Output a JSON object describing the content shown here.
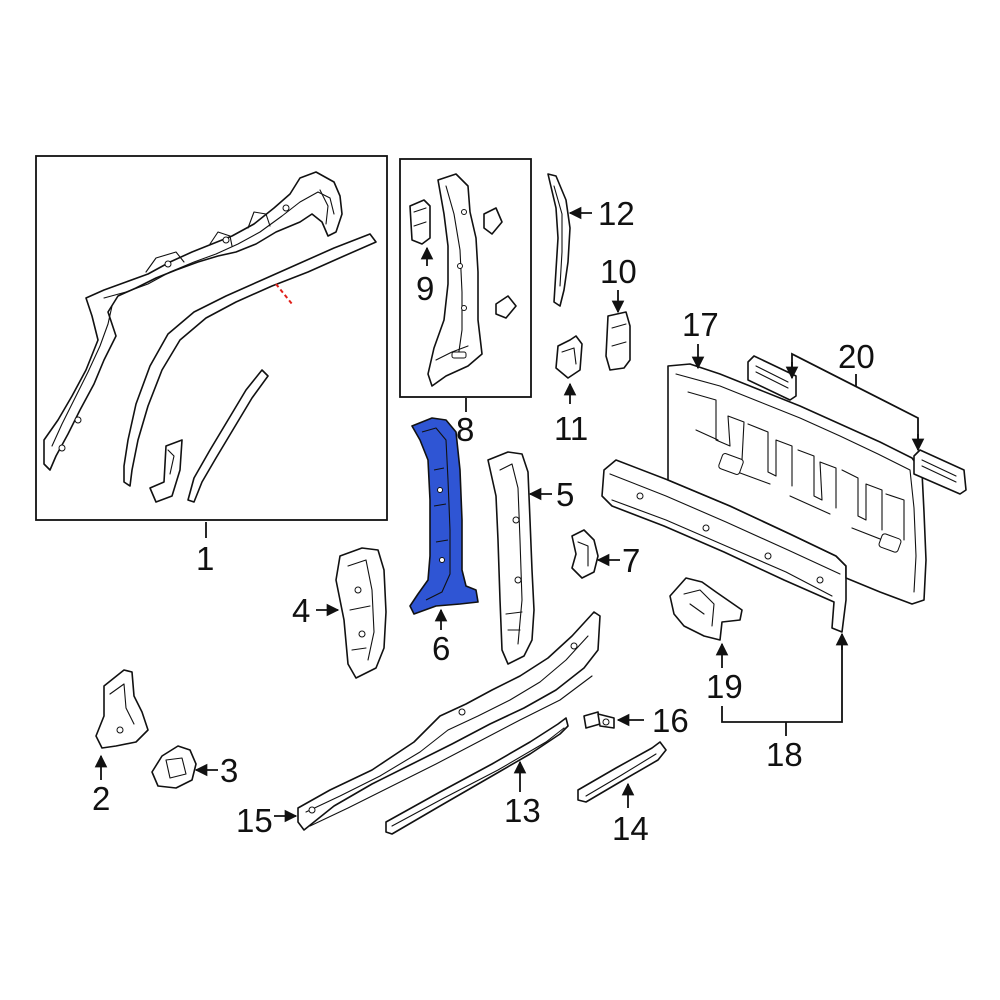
{
  "diagram": {
    "highlight_color": "#2f55d4",
    "line_color": "#111111",
    "callouts": [
      {
        "id": "c1",
        "label": "1"
      },
      {
        "id": "c2",
        "label": "2"
      },
      {
        "id": "c3",
        "label": "3"
      },
      {
        "id": "c4",
        "label": "4"
      },
      {
        "id": "c5",
        "label": "5"
      },
      {
        "id": "c6",
        "label": "6"
      },
      {
        "id": "c7",
        "label": "7"
      },
      {
        "id": "c8",
        "label": "8"
      },
      {
        "id": "c9",
        "label": "9"
      },
      {
        "id": "c10",
        "label": "10"
      },
      {
        "id": "c11",
        "label": "11"
      },
      {
        "id": "c12",
        "label": "12"
      },
      {
        "id": "c13",
        "label": "13"
      },
      {
        "id": "c14",
        "label": "14"
      },
      {
        "id": "c15",
        "label": "15"
      },
      {
        "id": "c16",
        "label": "16"
      },
      {
        "id": "c17",
        "label": "17"
      },
      {
        "id": "c18",
        "label": "18"
      },
      {
        "id": "c19",
        "label": "19"
      },
      {
        "id": "c20",
        "label": "20"
      }
    ]
  }
}
